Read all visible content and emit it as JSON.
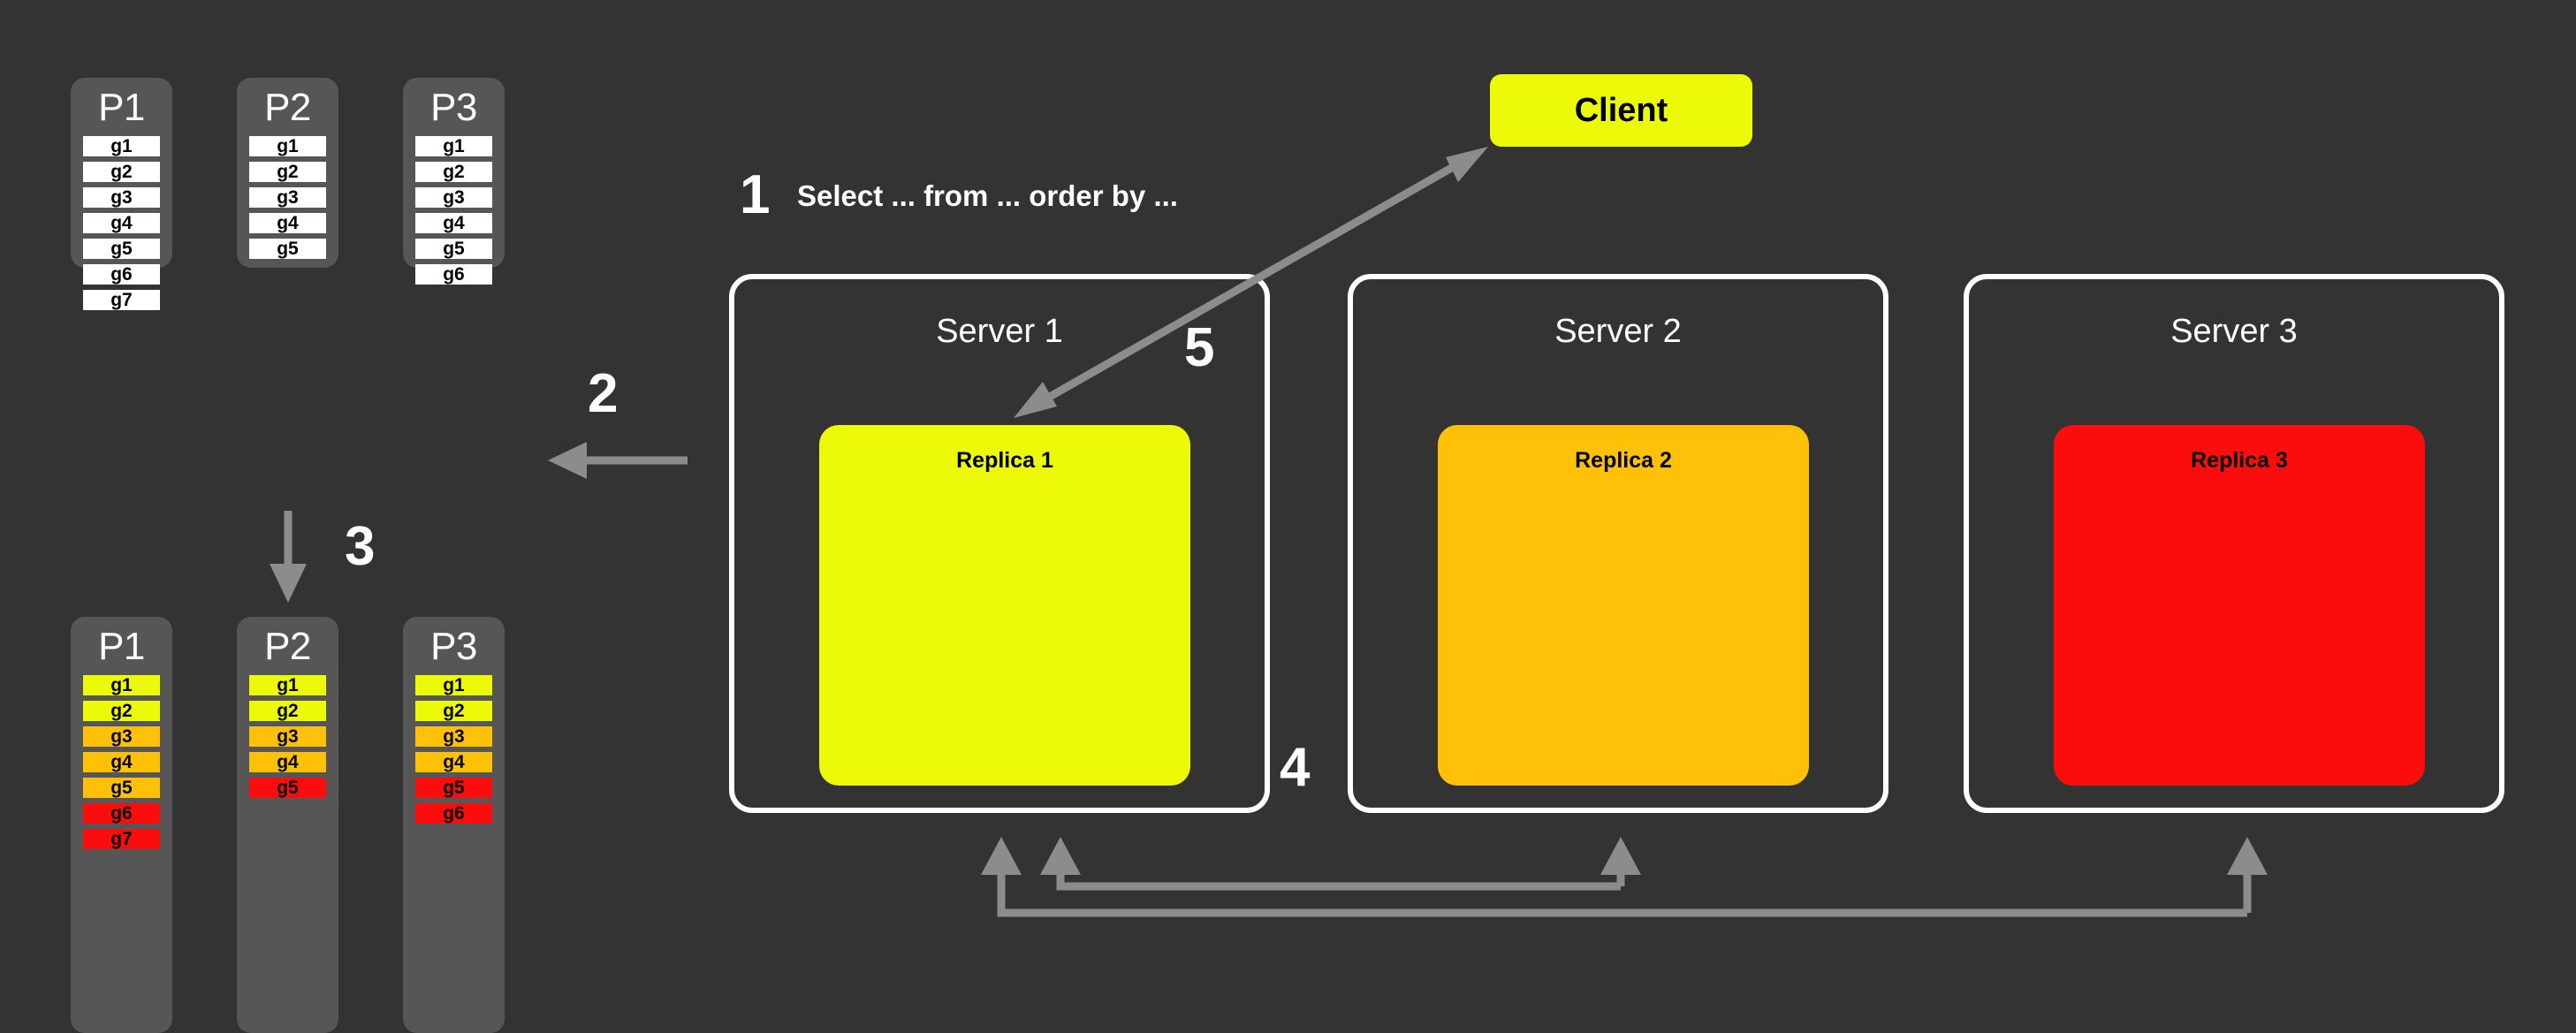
{
  "colors": {
    "background": "#333333",
    "partition_bg": "#565656",
    "cell_default": "#ffffff",
    "yellow": "#ecf907",
    "amber": "#ffc107",
    "red": "#fc0d0d",
    "arrow": "#8c8c8c",
    "border_white": "#ffffff",
    "text_white": "#ffffff",
    "text_black": "#000000"
  },
  "steps": {
    "one": "1",
    "two": "2",
    "three": "3",
    "four": "4",
    "five": "5"
  },
  "query_caption": "Select ... from ... order by ...",
  "client": {
    "label": "Client",
    "color": "#ecf907"
  },
  "partitions_top": [
    {
      "title": "P1",
      "cells": [
        {
          "label": "g1",
          "color": "#ffffff"
        },
        {
          "label": "g2",
          "color": "#ffffff"
        },
        {
          "label": "g3",
          "color": "#ffffff"
        },
        {
          "label": "g4",
          "color": "#ffffff"
        },
        {
          "label": "g5",
          "color": "#ffffff"
        },
        {
          "label": "g6",
          "color": "#ffffff"
        },
        {
          "label": "g7",
          "color": "#ffffff"
        }
      ]
    },
    {
      "title": "P2",
      "cells": [
        {
          "label": "g1",
          "color": "#ffffff"
        },
        {
          "label": "g2",
          "color": "#ffffff"
        },
        {
          "label": "g3",
          "color": "#ffffff"
        },
        {
          "label": "g4",
          "color": "#ffffff"
        },
        {
          "label": "g5",
          "color": "#ffffff"
        }
      ]
    },
    {
      "title": "P3",
      "cells": [
        {
          "label": "g1",
          "color": "#ffffff"
        },
        {
          "label": "g2",
          "color": "#ffffff"
        },
        {
          "label": "g3",
          "color": "#ffffff"
        },
        {
          "label": "g4",
          "color": "#ffffff"
        },
        {
          "label": "g5",
          "color": "#ffffff"
        },
        {
          "label": "g6",
          "color": "#ffffff"
        }
      ]
    }
  ],
  "partitions_bottom": [
    {
      "title": "P1",
      "cells": [
        {
          "label": "g1",
          "color": "#ecf907"
        },
        {
          "label": "g2",
          "color": "#ecf907"
        },
        {
          "label": "g3",
          "color": "#ffc107"
        },
        {
          "label": "g4",
          "color": "#ffc107"
        },
        {
          "label": "g5",
          "color": "#ffc107"
        },
        {
          "label": "g6",
          "color": "#fc0d0d"
        },
        {
          "label": "g7",
          "color": "#fc0d0d"
        }
      ]
    },
    {
      "title": "P2",
      "cells": [
        {
          "label": "g1",
          "color": "#ecf907"
        },
        {
          "label": "g2",
          "color": "#ecf907"
        },
        {
          "label": "g3",
          "color": "#ffc107"
        },
        {
          "label": "g4",
          "color": "#ffc107"
        },
        {
          "label": "g5",
          "color": "#fc0d0d"
        }
      ]
    },
    {
      "title": "P3",
      "cells": [
        {
          "label": "g1",
          "color": "#ecf907"
        },
        {
          "label": "g2",
          "color": "#ecf907"
        },
        {
          "label": "g3",
          "color": "#ffc107"
        },
        {
          "label": "g4",
          "color": "#ffc107"
        },
        {
          "label": "g5",
          "color": "#fc0d0d"
        },
        {
          "label": "g6",
          "color": "#fc0d0d"
        }
      ]
    }
  ],
  "servers": [
    {
      "title": "Server 1",
      "replica": "Replica 1",
      "replica_color": "#ecf907"
    },
    {
      "title": "Server 2",
      "replica": "Replica 2",
      "replica_color": "#ffc107"
    },
    {
      "title": "Server 3",
      "replica": "Replica 3",
      "replica_color": "#fc0d0d"
    }
  ]
}
